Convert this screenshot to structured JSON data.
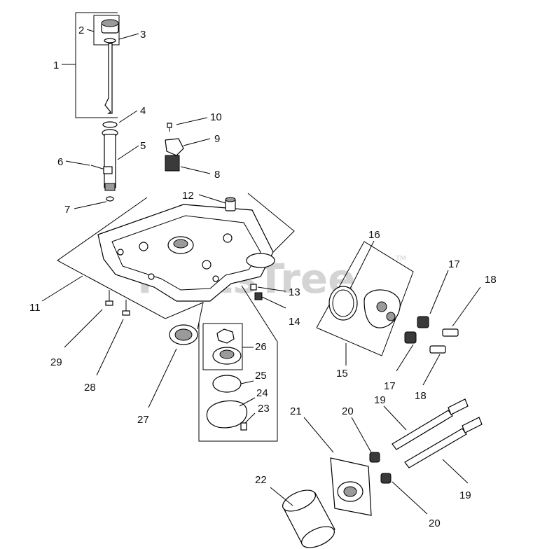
{
  "watermark": {
    "text": "PartsTree",
    "trademark": "TM"
  },
  "callouts": {
    "c1": "1",
    "c2": "2",
    "c3": "3",
    "c4": "4",
    "c5": "5",
    "c6": "6",
    "c7": "7",
    "c8": "8",
    "c9": "9",
    "c10": "10",
    "c11": "11",
    "c12": "12",
    "c13": "13",
    "c14": "14",
    "c15": "15",
    "c16": "16",
    "c17a": "17",
    "c17b": "17",
    "c18a": "18",
    "c18b": "18",
    "c19a": "19",
    "c19b": "19",
    "c20a": "20",
    "c20b": "20",
    "c21": "21",
    "c22": "22",
    "c23": "23",
    "c24": "24",
    "c25": "25",
    "c26": "26",
    "c27": "27",
    "c28": "28",
    "c29": "29"
  }
}
